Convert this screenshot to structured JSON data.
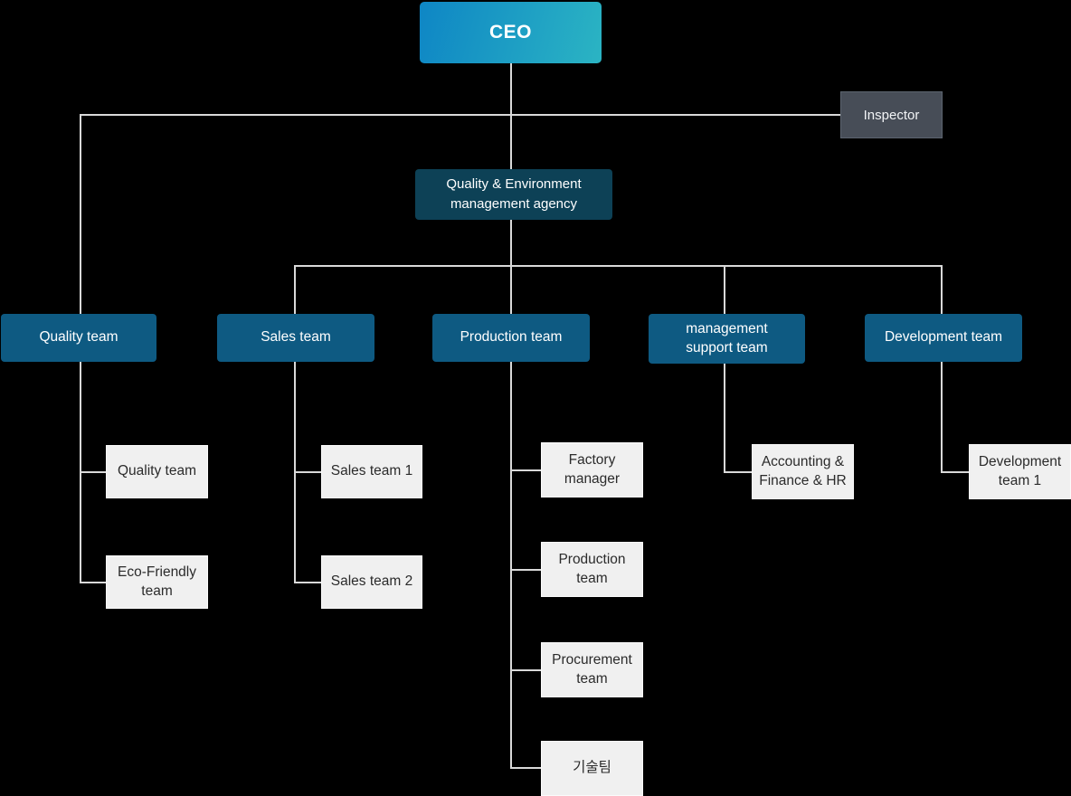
{
  "palette": {
    "background": "#000000",
    "ceo_gradient_start": "#0e86c5",
    "ceo_gradient_end": "#2bb4c3",
    "inspector_bg": "#474d57",
    "inspector_border": "#5c646f",
    "agency_bg": "#0d4156",
    "team_bg": "#0e5a82",
    "leaf_bg": "#f0f0f0",
    "leaf_text": "#2b2b2b",
    "connector_color": "#d9d9d9",
    "text_on_dark": "#ffffff"
  },
  "org_chart": {
    "ceo": {
      "label": "CEO"
    },
    "inspector": {
      "label": "Inspector"
    },
    "agency": {
      "label": "Quality & Environment\nmanagement agency"
    },
    "teams": [
      {
        "label": "Quality team",
        "children": [
          {
            "label": "Quality team"
          },
          {
            "label": "Eco-Friendly\nteam"
          }
        ]
      },
      {
        "label": "Sales team",
        "children": [
          {
            "label": "Sales team 1"
          },
          {
            "label": "Sales team 2"
          }
        ]
      },
      {
        "label": "Production team",
        "children": [
          {
            "label": "Factory\nmanager"
          },
          {
            "label": "Production\nteam"
          },
          {
            "label": "Procurement\nteam"
          },
          {
            "label": "기술팀"
          }
        ]
      },
      {
        "label": "management\nsupport team",
        "children": [
          {
            "label": "Accounting &\nFinance & HR"
          }
        ]
      },
      {
        "label": "Development team",
        "children": [
          {
            "label": "Development\nteam 1"
          }
        ]
      }
    ]
  }
}
